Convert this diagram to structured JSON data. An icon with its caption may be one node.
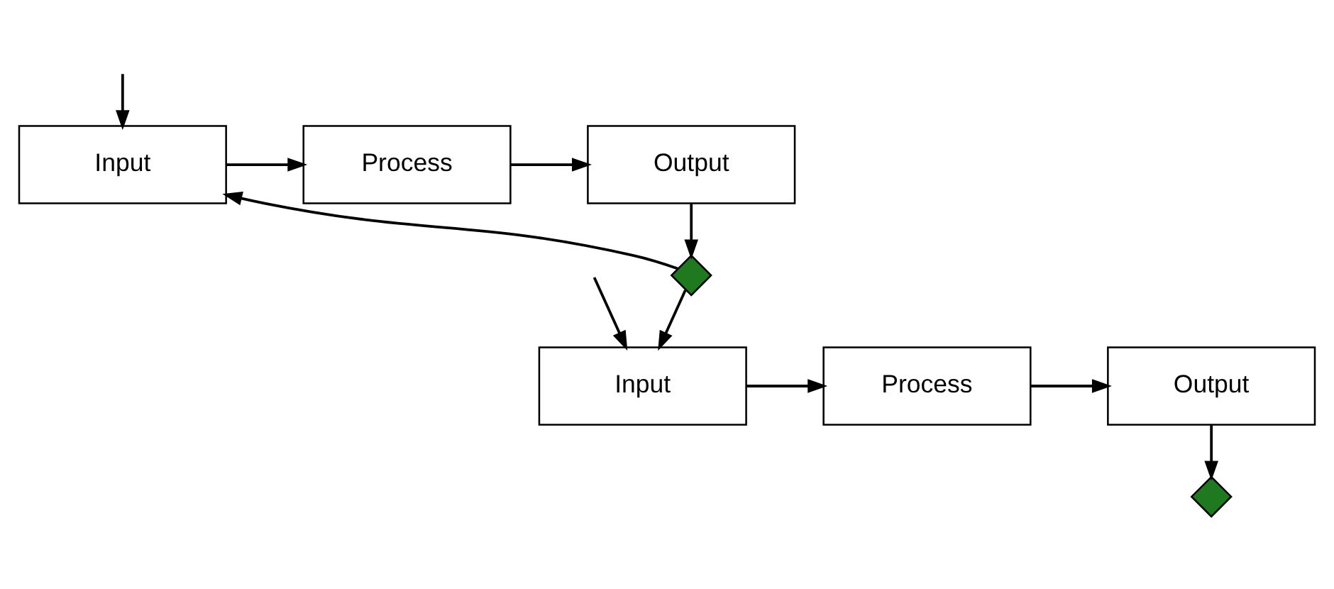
{
  "diagram": {
    "nodes": [
      {
        "text": [
          "Input"
        ]
      },
      {
        "text": [
          "Process"
        ]
      },
      {
        "text": [
          "Output"
        ]
      },
      {
        "text": [],
        "shape": "diamond"
      },
      {
        "text": [
          "Input"
        ]
      },
      {
        "text": [
          "Process"
        ]
      },
      {
        "text": [
          "Output"
        ]
      },
      {
        "text": [],
        "shape": "diamond"
      }
    ],
    "edges": [
      {
        "from": null,
        "to": 0,
        "arrow": "to"
      },
      {
        "from": 3,
        "to": 0,
        "arrow": "to"
      },
      {
        "from": 0,
        "to": 1,
        "arrow": "to"
      },
      {
        "from": 1,
        "to": 2,
        "arrow": "to"
      },
      {
        "from": 2,
        "to": 3,
        "arrow": "to"
      },
      {
        "from": 3,
        "to": 4,
        "arrow": "to"
      },
      {
        "from": null,
        "to": 4,
        "arrow": "to"
      },
      {
        "from": 4,
        "to": 5,
        "arrow": "to"
      },
      {
        "from": 5,
        "to": 6,
        "arrow": "to"
      },
      {
        "from": 6,
        "to": 7,
        "arrow": "to"
      }
    ]
  }
}
